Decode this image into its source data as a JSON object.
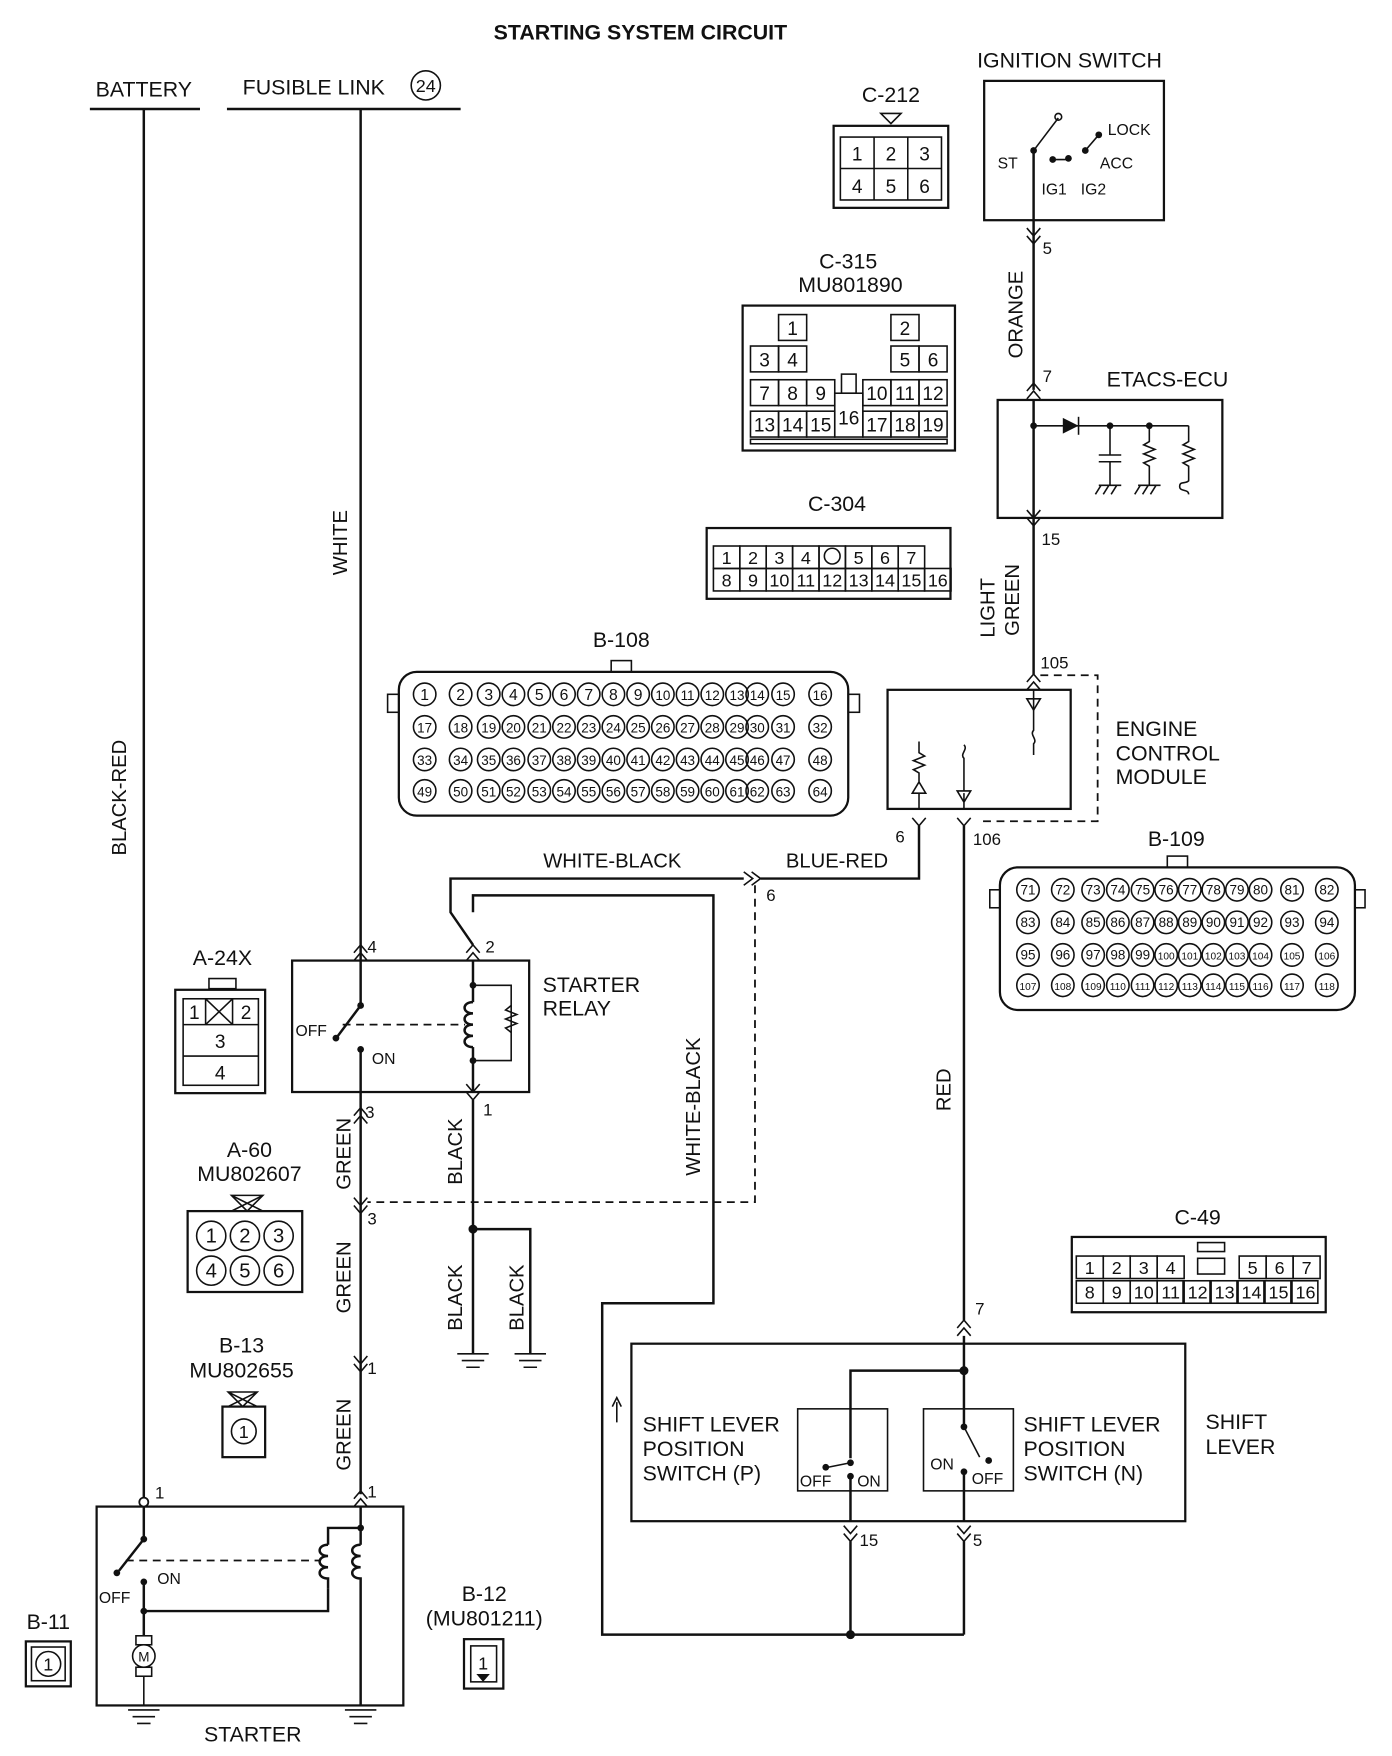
{
  "title": "STARTING SYSTEM CIRCUIT",
  "sources": {
    "battery": "BATTERY",
    "fusible_link": "FUSIBLE LINK",
    "fusible_link_no": "24"
  },
  "ignition": {
    "title": "IGNITION SWITCH",
    "st": "ST",
    "lock": "LOCK",
    "acc": "ACC",
    "ig1": "IG1",
    "ig2": "IG2"
  },
  "etacs": {
    "title": "ETACS-ECU"
  },
  "ecm": {
    "line1": "ENGINE",
    "line2": "CONTROL",
    "line3": "MODULE"
  },
  "starter_relay": {
    "line1": "STARTER",
    "line2": "RELAY",
    "off": "OFF",
    "on": "ON"
  },
  "starter": {
    "title": "STARTER",
    "off": "OFF",
    "on": "ON",
    "motor": "M"
  },
  "shift_lever": {
    "title1": "SHIFT",
    "title2": "LEVER",
    "p_line1": "SHIFT LEVER",
    "p_line2": "POSITION",
    "p_line3": "SWITCH (P)",
    "n_line1": "SHIFT LEVER",
    "n_line2": "POSITION",
    "n_line3": "SWITCH (N)",
    "off": "OFF",
    "on": "ON"
  },
  "wires": {
    "black_red": "BLACK-RED",
    "white": "WHITE",
    "green": "GREEN",
    "black": "BLACK",
    "white_black": "WHITE-BLACK",
    "blue_red": "BLUE-RED",
    "orange": "ORANGE",
    "light": "LIGHT",
    "light_green": "GREEN",
    "red": "RED"
  },
  "pins": {
    "ign5": "5",
    "etacs7": "7",
    "etacs15": "15",
    "ecm105": "105",
    "ecm6": "6",
    "ecm106": "106",
    "relay4": "4",
    "relay2": "2",
    "relay3": "3",
    "relay1": "1",
    "joint6": "6",
    "a60_3": "3",
    "b13_1": "1",
    "st_1a": "1",
    "st_1b": "1",
    "sl7": "7",
    "sl15": "15",
    "sl5": "5"
  },
  "connectors": {
    "c212": {
      "label": "C-212",
      "pins": [
        "1",
        "2",
        "3",
        "4",
        "5",
        "6"
      ]
    },
    "c315": {
      "label": "C-315",
      "part": "MU801890",
      "pins": [
        "1",
        "2",
        "3",
        "4",
        "5",
        "6",
        "7",
        "8",
        "9",
        "10",
        "11",
        "12",
        "13",
        "14",
        "15",
        "16",
        "17",
        "18",
        "19"
      ]
    },
    "c304": {
      "label": "C-304",
      "pins": [
        "1",
        "2",
        "3",
        "4",
        "5",
        "6",
        "7",
        "8",
        "9",
        "10",
        "11",
        "12",
        "13",
        "14",
        "15",
        "16"
      ]
    },
    "b108": {
      "label": "B-108"
    },
    "b109": {
      "label": "B-109"
    },
    "a24x": {
      "label": "A-24X",
      "pins": [
        "1",
        "2",
        "3",
        "4"
      ]
    },
    "a60": {
      "label": "A-60",
      "part": "MU802607",
      "pins": [
        "1",
        "2",
        "3",
        "4",
        "5",
        "6"
      ]
    },
    "b13": {
      "label": "B-13",
      "part": "MU802655",
      "pins": [
        "1"
      ]
    },
    "b12": {
      "label": "B-12",
      "part": "(MU801211)",
      "pins": [
        "1"
      ]
    },
    "b11": {
      "label": "B-11",
      "pins": [
        "1"
      ]
    },
    "c49": {
      "label": "C-49",
      "pins": [
        "1",
        "2",
        "3",
        "4",
        "5",
        "6",
        "7",
        "8",
        "9",
        "10",
        "11",
        "12",
        "13",
        "14",
        "15",
        "16"
      ]
    }
  }
}
